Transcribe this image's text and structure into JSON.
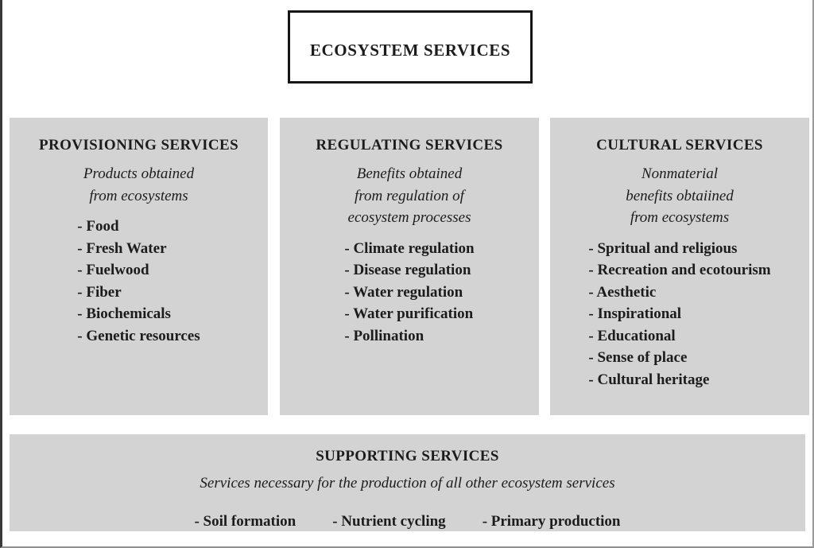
{
  "title": "ECOSYSTEM SERVICES",
  "colors": {
    "box_background": "#d3d3d3",
    "text": "#1c1c1c",
    "title_border": "#161616"
  },
  "columns": [
    {
      "header": "PROVISIONING SERVICES",
      "subtitle_lines": [
        "Products obtained",
        "from ecosystems"
      ],
      "items": [
        "- Food",
        "- Fresh Water",
        "- Fuelwood",
        "- Fiber",
        "- Biochemicals",
        "- Genetic resources"
      ]
    },
    {
      "header": "REGULATING SERVICES",
      "subtitle_lines": [
        "Benefits obtained",
        "from regulation of",
        "ecosystem processes"
      ],
      "items": [
        "- Climate regulation",
        "- Disease regulation",
        "- Water regulation",
        "- Water purification",
        "- Pollination"
      ]
    },
    {
      "header": "CULTURAL SERVICES",
      "subtitle_lines": [
        "Nonmaterial",
        "benefits obtaiined",
        "from ecosystems"
      ],
      "items": [
        "- Spritual and religious",
        "- Recreation and ecotourism",
        "- Aesthetic",
        "- Inspirational",
        "- Educational",
        "- Sense of place",
        "- Cultural heritage"
      ]
    }
  ],
  "supporting": {
    "header": "SUPPORTING SERVICES",
    "subtitle": "Services necessary for the production of all other ecosystem services",
    "items": [
      "- Soil formation",
      "- Nutrient cycling",
      "- Primary production"
    ]
  }
}
